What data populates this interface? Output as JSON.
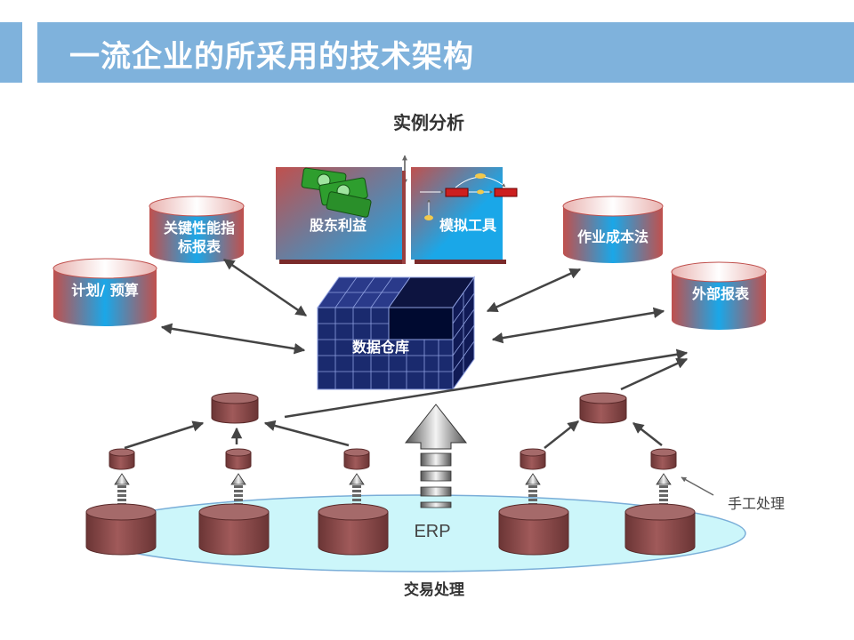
{
  "title": "一流企业的所采用的技术架构",
  "case_analysis": "实例分析",
  "shareholder_profit": "股东利益",
  "simulation_tool": "模拟工具",
  "kpi_report_line1": "关键性能指",
  "kpi_report_line2": "标报表",
  "activity_costing": "作业成本法",
  "plan_budget": "计划/ 预算",
  "external_report": "外部报表",
  "data_warehouse": "数据仓库",
  "erp": "ERP",
  "manual_processing": "手工处理",
  "transaction_processing": "交易处理",
  "colors": {
    "title_bar": "#7fb2dc",
    "cylinder_red": "#c0504d",
    "cylinder_blue": "#1aa7e8",
    "db_brown": "#8b4a4a",
    "cube_navy": "#1a2a6e",
    "ellipse_fill": "#ccf6fa"
  }
}
